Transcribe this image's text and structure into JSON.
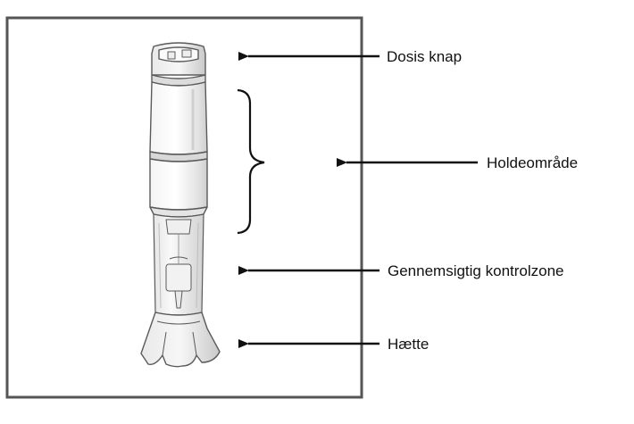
{
  "callouts": {
    "dose_button": "Dosis knap",
    "grip_area": "Holdeområde",
    "control_zone": "Gennemsigtig kontrolzone",
    "cap": "Hætte"
  },
  "colors": {
    "frame": "#555555",
    "outline": "#5a5a5a",
    "arrow": "#111111"
  }
}
